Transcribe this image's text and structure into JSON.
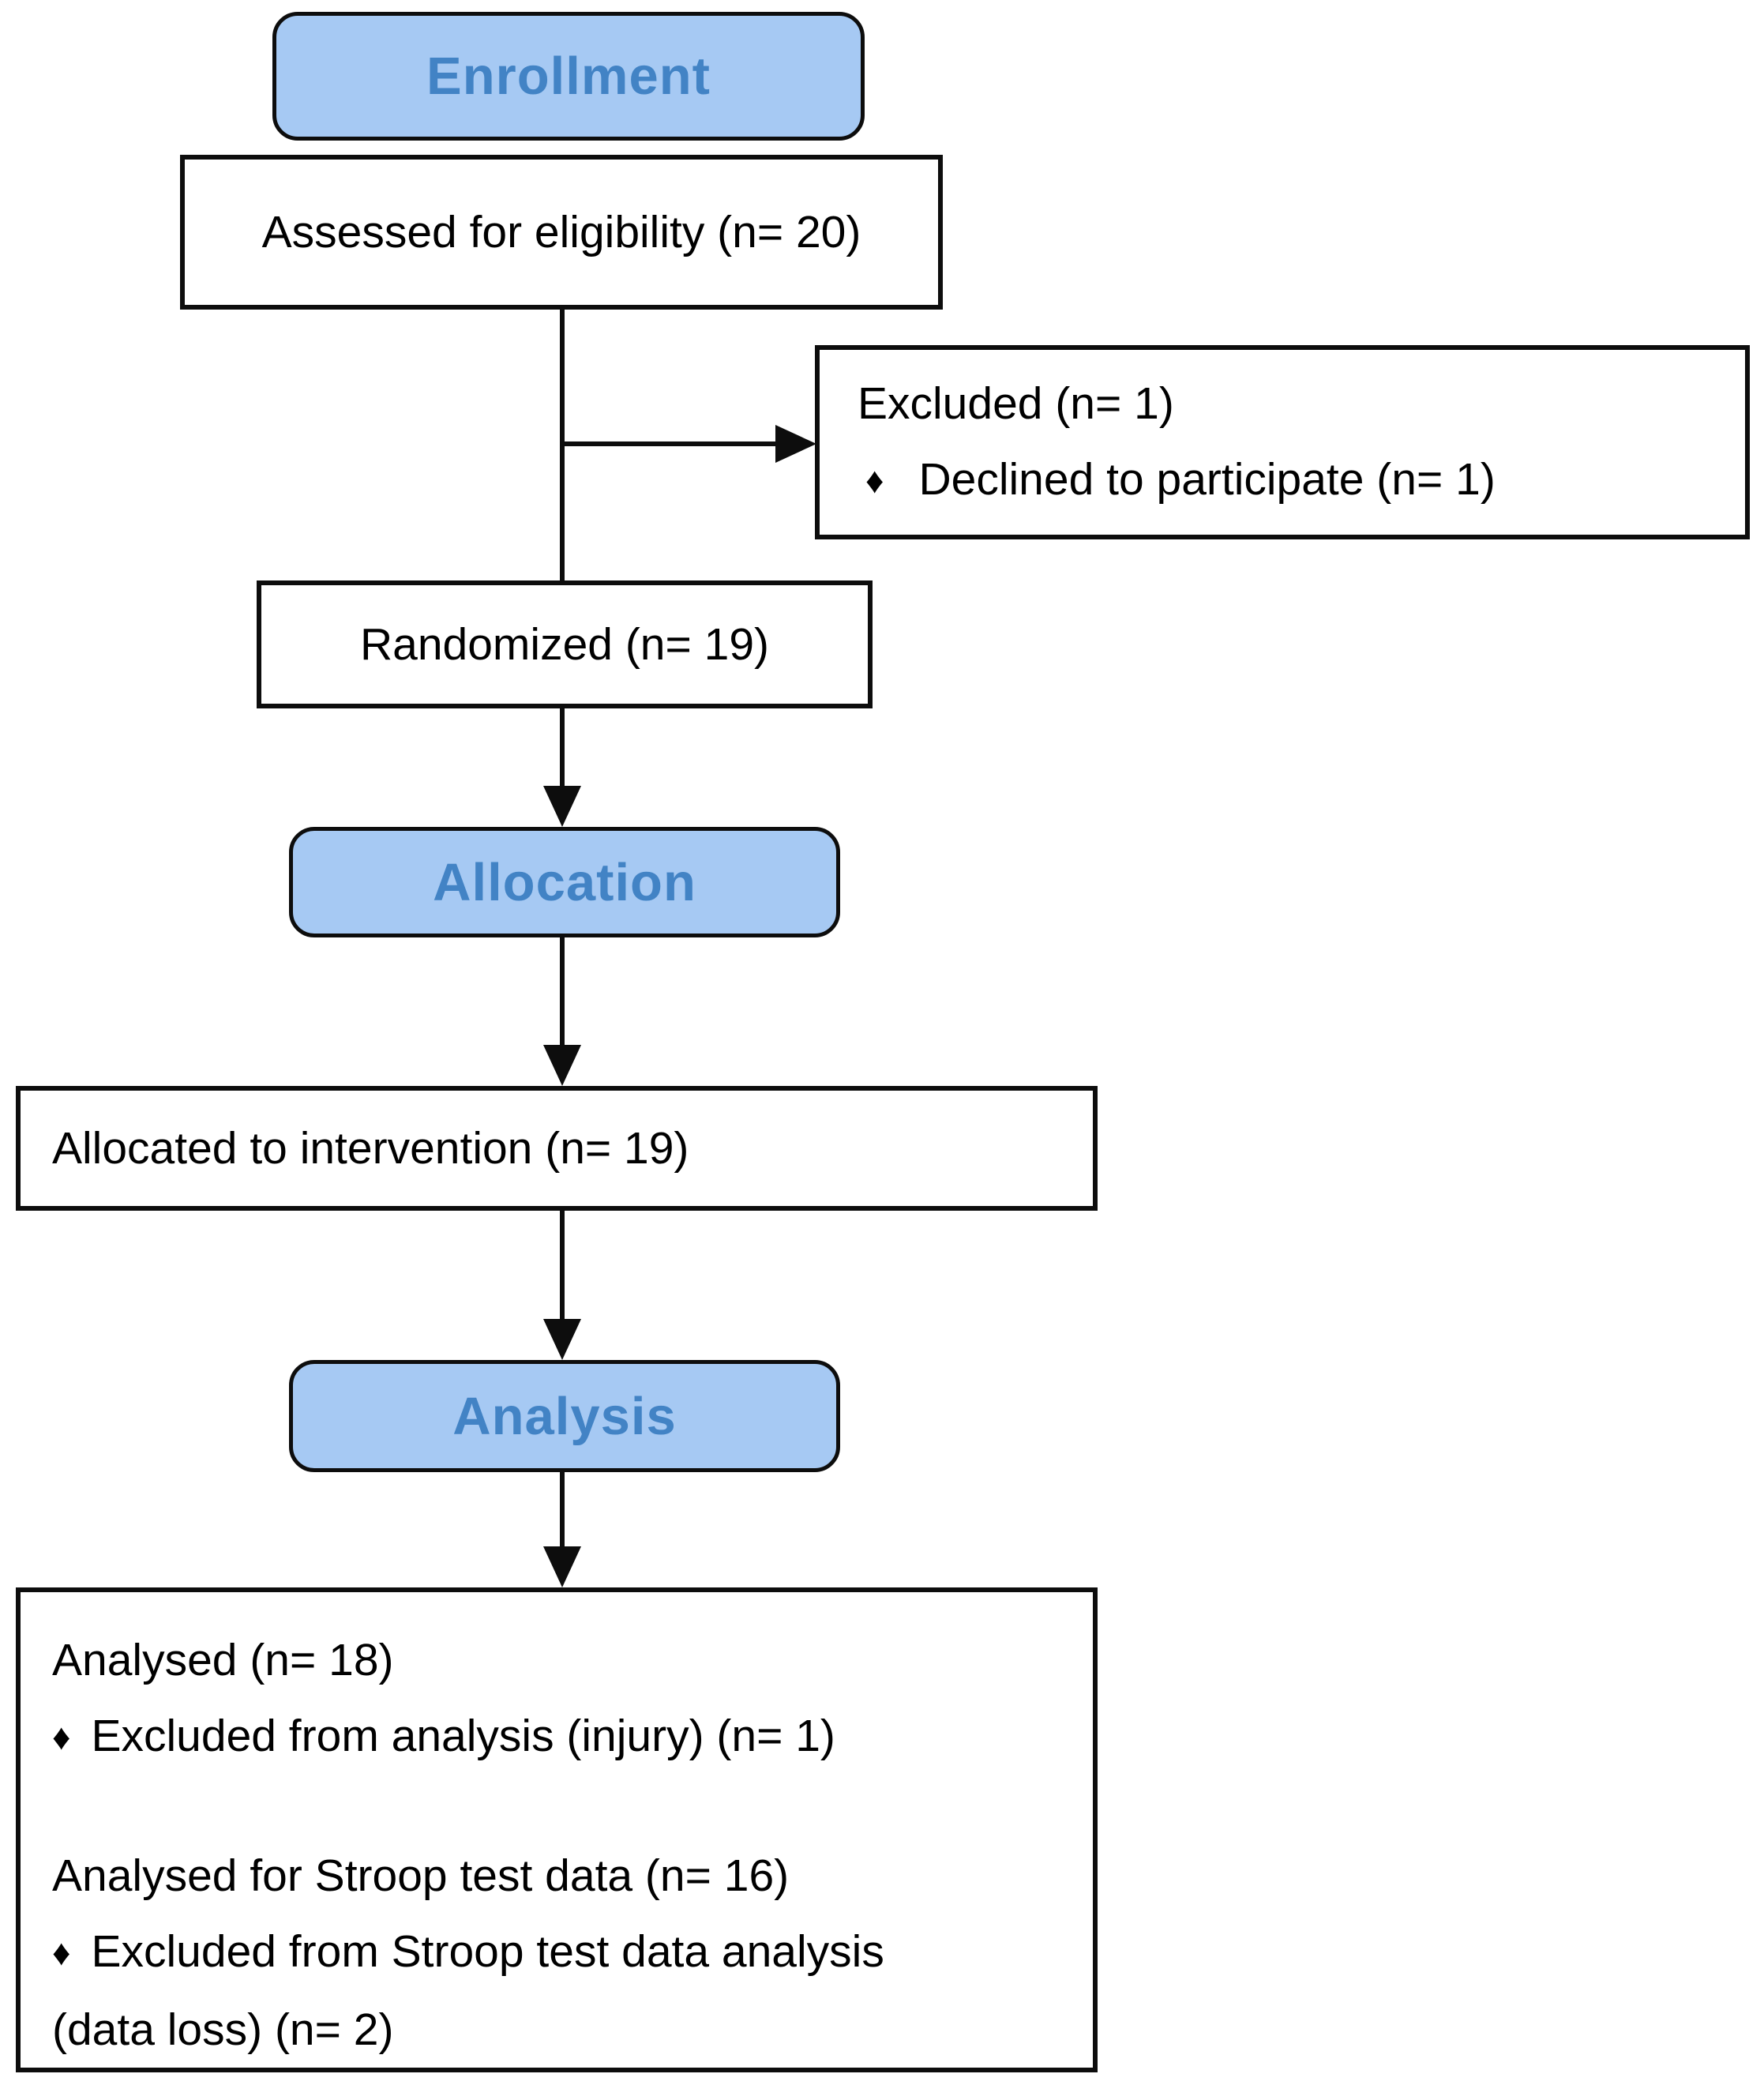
{
  "bullet_char": "♦",
  "colors": {
    "stage_fill": "#a6c9f3",
    "stage_text": "#4283c5",
    "stage_border": "#0d0d0d",
    "box_border": "#0d0d0d",
    "box_bg": "#ffffff",
    "body_text": "#000000",
    "connector": "#0d0d0d"
  },
  "stages": {
    "enrollment": "Enrollment",
    "allocation": "Allocation",
    "analysis": "Analysis"
  },
  "boxes": {
    "assessed": "Assessed for eligibility (n= 20)",
    "excluded": {
      "title": "Excluded (n= 1)",
      "reason": "Declined to participate (n= 1)"
    },
    "randomized": "Randomized (n= 19)",
    "allocated": "Allocated to intervention (n= 19)",
    "final": {
      "line1": "Analysed (n= 18)",
      "bullet1": "Excluded from analysis (injury) (n= 1)",
      "line2": "Analysed for Stroop test data (n= 16)",
      "bullet2": "Excluded from Stroop test data analysis",
      "bullet2_cont": "(data loss) (n= 2)"
    }
  }
}
